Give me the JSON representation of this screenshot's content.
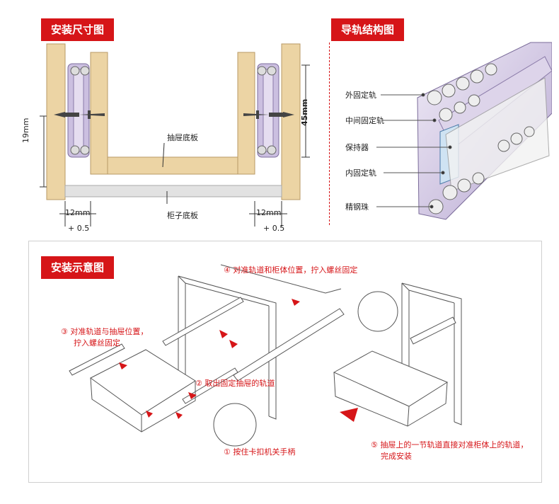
{
  "section_titles": {
    "dimensions": "安装尺寸图",
    "structure": "导轨结构图",
    "install": "安装示意图"
  },
  "dimensions": {
    "drawer_bottom": "抽屉底板",
    "cabinet_bottom": "柜子底板",
    "height_19": "19mm",
    "height_45": "45mm",
    "gap_left": "12mm",
    "gap_right": "12mm",
    "tolerance_left": "+ 0.5",
    "tolerance_right": "+ 0.5"
  },
  "structure": {
    "labels": [
      "外固定轨",
      "中间固定轨",
      "保持器",
      "内固定轨",
      "精钢珠"
    ]
  },
  "install_steps": {
    "step1": "① 按住卡扣机关手柄",
    "step2": "② 取出固定抽屉的轨道",
    "step3_line1": "③ 对准轨道与抽屉位置，",
    "step3_line2": "拧入螺丝固定",
    "step4": "④ 对准轨道和柜体位置，拧入螺丝固定",
    "step5_line1": "⑤ 抽屉上的一节轨道直接对准柜体上的轨道，",
    "step5_line2": "完成安装"
  },
  "colors": {
    "accent_red": "#d61518",
    "wood": "#ecd4a4",
    "rail": "#a995c4"
  }
}
